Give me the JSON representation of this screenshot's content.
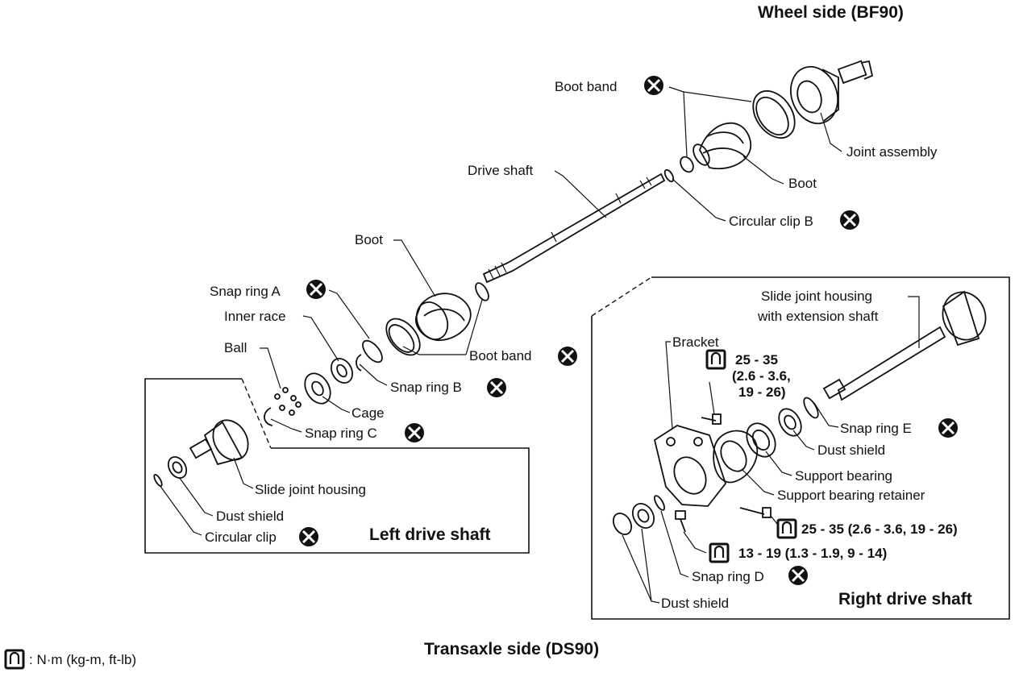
{
  "titles": {
    "wheel_side": "Wheel side (BF90)",
    "transaxle_side": "Transaxle side (DS90)",
    "left_drive_shaft": "Left drive shaft",
    "right_drive_shaft": "Right drive shaft"
  },
  "labels": {
    "boot_band_top": "Boot band",
    "joint_assembly": "Joint assembly",
    "drive_shaft": "Drive shaft",
    "boot_wheel": "Boot",
    "circular_clip_b": "Circular clip B",
    "boot_inner": "Boot",
    "snap_ring_a": "Snap ring A",
    "inner_race": "Inner race",
    "ball": "Ball",
    "boot_band_inner": "Boot band",
    "snap_ring_b": "Snap ring B",
    "cage": "Cage",
    "snap_ring_c": "Snap ring C",
    "slide_joint_housing_left": "Slide joint housing",
    "dust_shield_left": "Dust shield",
    "circular_clip_left": "Circular clip",
    "slide_joint_housing_ext_1": "Slide joint housing",
    "slide_joint_housing_ext_2": "with extension shaft",
    "bracket": "Bracket",
    "torque_bracket_1": "25 - 35",
    "torque_bracket_2": "(2.6 - 3.6,",
    "torque_bracket_3": "19 - 26)",
    "snap_ring_e": "Snap ring E",
    "dust_shield_right": "Dust shield",
    "support_bearing": "Support bearing",
    "support_bearing_retainer": "Support bearing retainer",
    "torque_retainer": "25 - 35 (2.6 - 3.6, 19 - 26)",
    "torque_bolt": "13 - 19 (1.3 - 1.9, 9 - 14)",
    "snap_ring_d": "Snap ring D",
    "dust_shield_bottom": "Dust shield"
  },
  "legend": {
    "unit_text": ": N·m (kg-m, ft-lb)"
  },
  "icons": {
    "replace_mark": "circled-x-icon",
    "torque_mark": "torque-wrench-icon"
  }
}
